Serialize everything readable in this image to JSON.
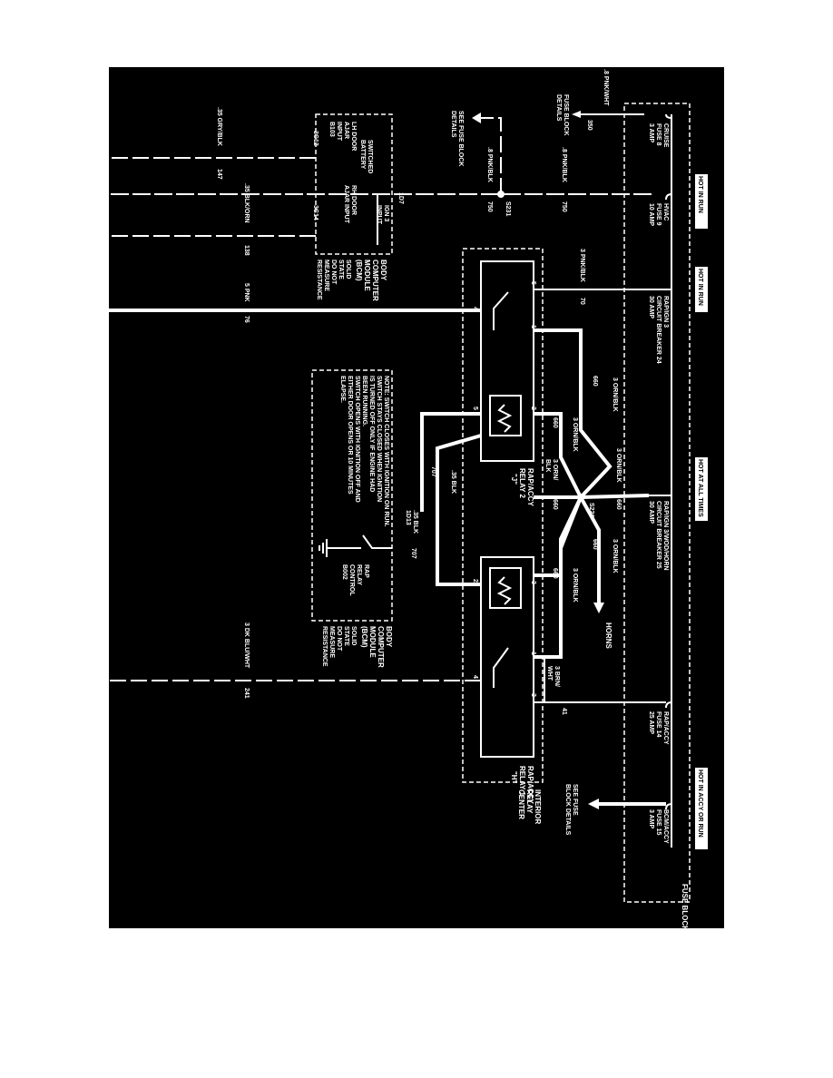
{
  "headers": {
    "hot_run_1": "HOT IN RUN",
    "hot_run_2": "HOT IN RUN",
    "hot_all": "HOT AT ALL TIMES",
    "hot_accy": "HOT IN ACCY OR RUN"
  },
  "fuse_block": "FUSE BLOCK",
  "fuses": {
    "cruise": [
      "CRUISE",
      "FUSE 8",
      "3 AMP"
    ],
    "hvac": [
      "HVAC",
      "FUSE 9",
      "10 AMP"
    ],
    "rap_ign3": [
      "RAP/IGN 3",
      "CIRCUIT BREAKER 24",
      "30 AMP"
    ],
    "rap_ign3_wod": [
      "RAP/IGN 3/WOD/HORN",
      "CIRCUIT BREAKER 25",
      "30 AMP"
    ],
    "rap_accy": [
      "RAP/ACCY",
      "FUSE 14",
      "25 AMP"
    ],
    "bcm_accy": [
      "BCM/ACCY",
      "FUSE 15",
      "3 AMP"
    ]
  },
  "wires": {
    "w_8pnkwht": ".8 PNK/WHT",
    "w_350": "350",
    "w_fuse_details": [
      "FUSE BLOCK",
      "DETAILS"
    ],
    "w_8pnkblk_a": ".8 PNK/BLK",
    "w_750_a": "750",
    "w_8pnkblk_b": ".8 PNK/BLK",
    "w_750_b": "750",
    "s231": "S231",
    "see_fuse_block": [
      "SEE FUSE BLOCK",
      "DETAILS"
    ],
    "w_3pnkblk": "3 PNK/BLK",
    "w_70": "70",
    "w_5pnk": "5 PNK",
    "w_76": "76",
    "w_3orn_blk_1": "3 ORN/BLK",
    "w_660_1": "660",
    "w_3orn_blk_2": "3 ORN/BLK",
    "w_660_2": "660",
    "w_3orn_blk_3": "3 ORN/BLK",
    "w_3orn_blk_4": "3 ORN/",
    "w_blk": "BLK",
    "w_660_3": "660",
    "w_660_4": "660",
    "s226": "S226",
    "w_3orn_blk_5": "3 ORN/BLK",
    "w_660_5": "660",
    "w_3orn_blk_6": "3 ORN/BLK",
    "w_660_6": "660",
    "horns": "HORNS",
    "w_35blk": ".35 BLK",
    "w_707": "707",
    "w_35blk_b": ".35 BLK",
    "w_1d13": "1D13",
    "w_707_b": "707",
    "w_3brn": "3 BRN/",
    "w_wht": "WHT",
    "w_41": "41",
    "w_3dkbluwht": "3 DK BLU/WHT",
    "w_241": "241",
    "w_35grybk": ".35 GRY/BLK",
    "w_147": "147",
    "w_35blkorn": ".35 BLK/ORN",
    "w_138": "138",
    "w_1d7": "1D7",
    "see_fuse_block_2": [
      "SEE FUSE",
      "BLOCK DETAILS"
    ]
  },
  "bcm_top": {
    "title": [
      "BODY",
      "COMPUTER",
      "MODULE",
      "(BCM)"
    ],
    "notes": [
      "SOLID",
      "STATE",
      "DO NOT",
      "MEASURE",
      "RESISTANCE"
    ],
    "inputs": [
      "SWITCHED",
      "BATTERY",
      "LH DOOR",
      "AJAR",
      "INPUT",
      "RH DOOR",
      "AJAR INPUT",
      "IGN 3",
      "INPUT"
    ],
    "conns": [
      "3C12",
      "3C14",
      "B103"
    ]
  },
  "bcm_bottom": {
    "title": [
      "BODY",
      "COMPUTER",
      "MODULE",
      "(BCM)"
    ],
    "notes": [
      "SOLID",
      "STATE",
      "DO NOT",
      "MEASURE",
      "RESISTANCE"
    ],
    "ctrl": [
      "RAP",
      "RELAY",
      "CONTROL",
      "B002"
    ]
  },
  "relays": {
    "r2": [
      "RAP/ACCY",
      "RELAY 2",
      "\"J\""
    ],
    "r1": [
      "RAP/ACCY",
      "RELAY 1",
      "\"H\""
    ],
    "center": [
      "INTERIOR",
      "RELAY",
      "CENTER"
    ]
  },
  "note": [
    "NOTE: SWITCH CLOSES WITH IGNITION ON RUN.",
    "SWITCH STAYS CLOSED WHEN IGNITION",
    "IS TURNED OFF ONLY IF ENGINE HAD",
    "BEEN RUNNING.",
    "SWITCH OPENS WITH IGNITION OFF AND",
    "EITHER DOOR OPENS OR 10 MINUTES",
    "ELAPSE."
  ],
  "pins": [
    "5",
    "1",
    "4",
    "2",
    "5",
    "3",
    "1",
    "4",
    "2",
    "3"
  ]
}
